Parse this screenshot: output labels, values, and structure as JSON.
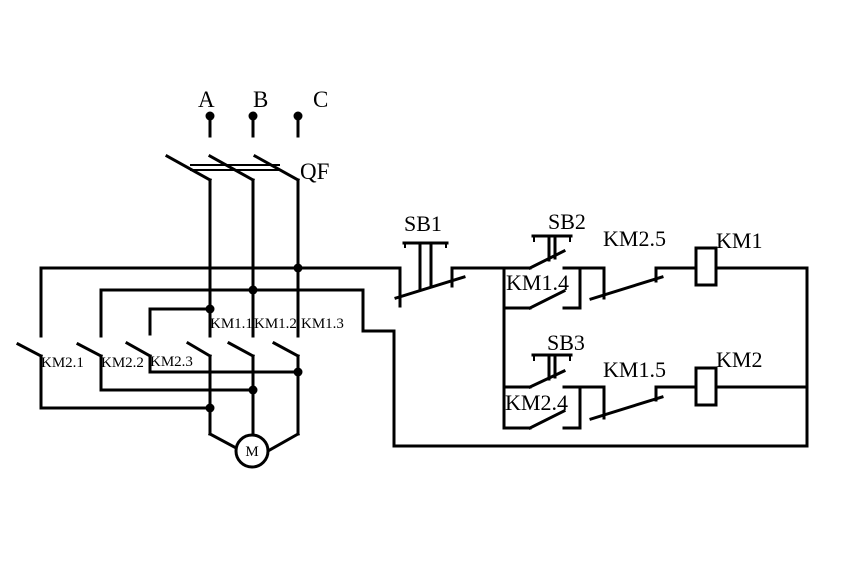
{
  "phases": {
    "a": "A",
    "b": "B",
    "c": "C"
  },
  "breaker": "QF",
  "main_contacts": {
    "km1_1": "KM1.1",
    "km1_2": "KM1.2",
    "km1_3": "KM1.3"
  },
  "reverse_contacts": {
    "km2_1": "KM2.1",
    "km2_2": "KM2.2",
    "km2_3": "KM2.3"
  },
  "motor": "M",
  "control": {
    "sb1": "SB1",
    "sb2": "SB2",
    "sb3": "SB3",
    "km1_4": "KM1.4",
    "km2_4": "KM2.4",
    "km2_5": "KM2.5",
    "km1_5": "KM1.5",
    "coil_km1": "KM1",
    "coil_km2": "KM2"
  }
}
